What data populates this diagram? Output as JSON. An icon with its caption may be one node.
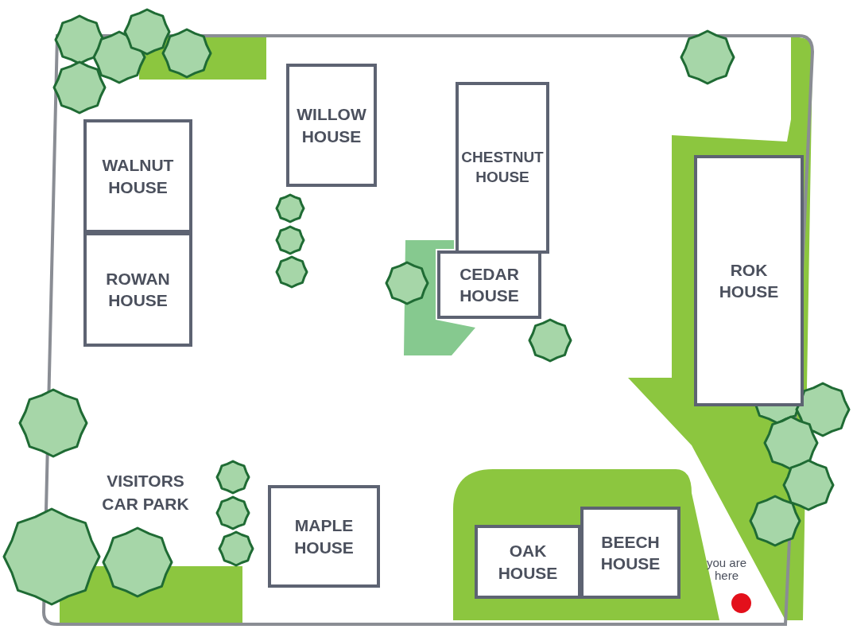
{
  "diagram": {
    "nodes": [
      {
        "text": [
          "WALNUT HOUSE"
        ]
      },
      {
        "text": [
          "WILLOW HOUSE"
        ]
      },
      {
        "text": [
          "CHESTNUT HOUSE"
        ]
      },
      {
        "text": [
          "ROK HOUSE"
        ]
      },
      {
        "text": [
          "ROWAN HOUSE"
        ]
      },
      {
        "text": [
          "CEDAR HOUSE"
        ]
      },
      {
        "text": [
          "MAPLE HOUSE"
        ]
      },
      {
        "text": [
          "OAK HOUSE"
        ]
      },
      {
        "text": [
          "BEECH HOUSE"
        ]
      },
      {
        "text": [],
        "shape": "circle",
        "beside": [
          "you are here"
        ]
      }
    ],
    "labels": [
      "VISITORS CAR PARK"
    ]
  }
}
